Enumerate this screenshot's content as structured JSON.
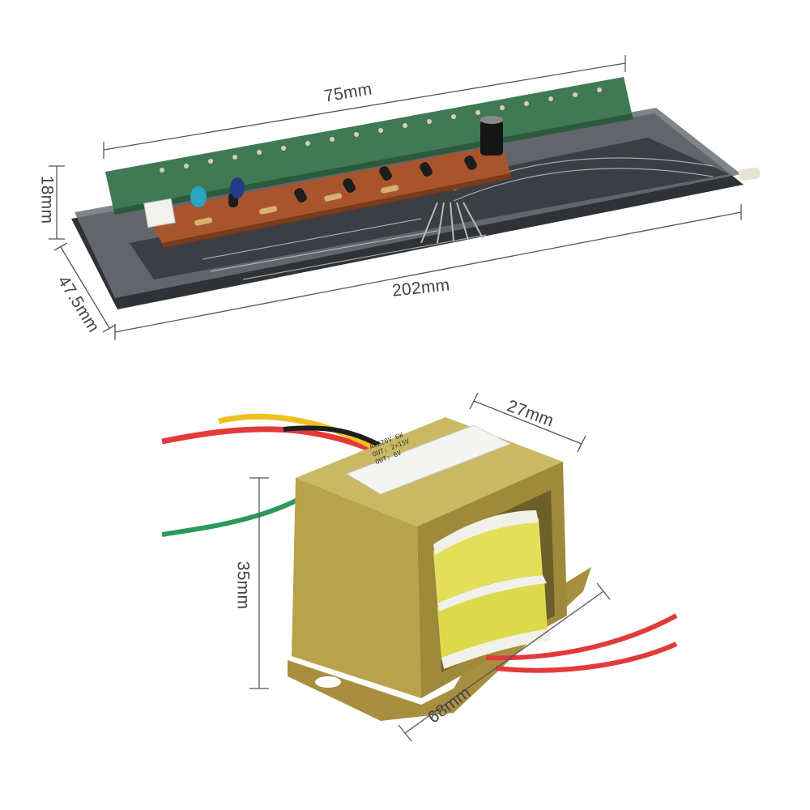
{
  "vu_meter": {
    "dims": {
      "top_width": "75mm",
      "height": "18mm",
      "depth": "47.5mm",
      "length": "202mm"
    },
    "colors": {
      "pcb_green": "#3f7a55",
      "pcb_brown": "#a8552e",
      "glass": "#3a3d40",
      "dim_line": "#555555"
    }
  },
  "transformer": {
    "dims": {
      "depth": "27mm",
      "height": "35mm",
      "width": "68mm"
    },
    "label_lines": [
      "AC220V 6W",
      "OUT: 2×15V",
      "OUT: 6V"
    ],
    "colors": {
      "bracket": "#b8a24a",
      "coil": "#e3df5a",
      "wire_red": "#e23a3a",
      "wire_yellow": "#f0c020",
      "wire_green": "#2a9a5a",
      "wire_black": "#1e1e1e"
    }
  }
}
